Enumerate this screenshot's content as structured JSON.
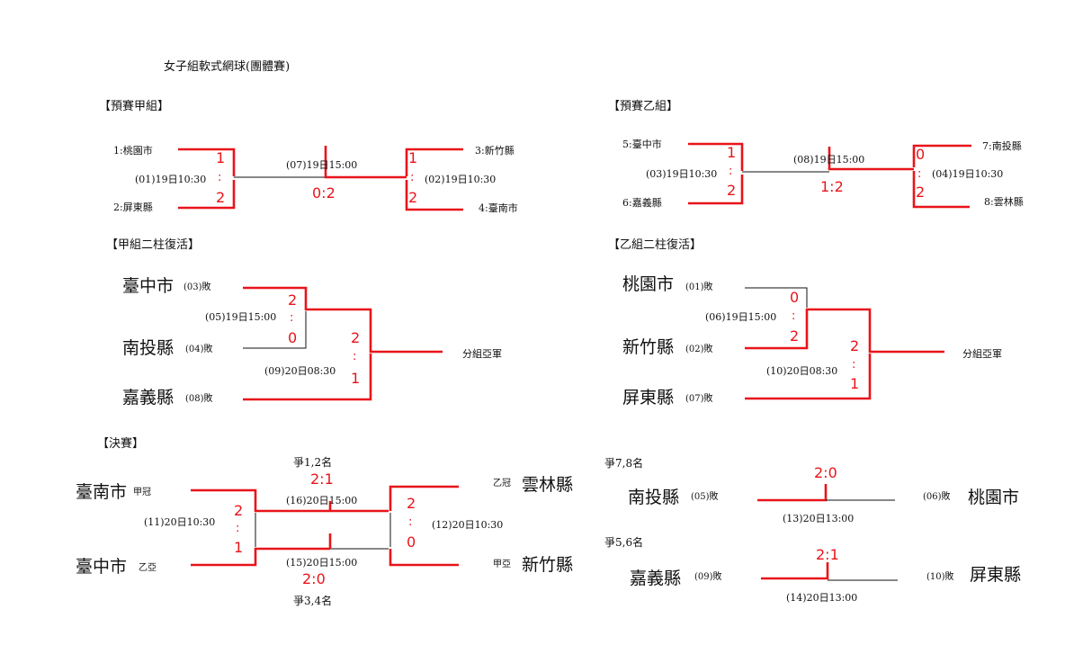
{
  "title": "女子組軟式網球(團體賽)",
  "group_a": {
    "heading": "【預賽甲組】",
    "m1": {
      "top": "1:桃園市",
      "bottom": "2:屏東縣",
      "code": "(01)19日10:30",
      "s1": "1",
      "colon": ":",
      "s2": "2"
    },
    "m2": {
      "top": "3:新竹縣",
      "bottom": "4:臺南市",
      "code": "(02)19日10:30",
      "s1": "1",
      "colon": ":",
      "s2": "2"
    },
    "final_code": "(07)19日15:00",
    "final_score": "0:2"
  },
  "group_b": {
    "heading": "【預賽乙組】",
    "m1": {
      "top": "5:臺中市",
      "bottom": "6:嘉義縣",
      "code": "(03)19日10:30",
      "s1": "1",
      "colon": ":",
      "s2": "2"
    },
    "m2": {
      "top": "7:南投縣",
      "bottom": "8:雲林縣",
      "code": "(04)19日10:30",
      "s1": "0",
      "colon": ":",
      "s2": "2"
    },
    "final_code": "(08)19日15:00",
    "final_score": "1:2"
  },
  "rep_a": {
    "heading": "【甲組二柱復活】",
    "t1": "臺中市",
    "t1_tag": "(03)敗",
    "t2": "南投縣",
    "t2_tag": "(04)敗",
    "t3": "嘉義縣",
    "t3_tag": "(08)敗",
    "m1_code": "(05)19日15:00",
    "m1_s1": "2",
    "m1_colon": ":",
    "m1_s2": "0",
    "m2_code": "(09)20日08:30",
    "m2_s1": "2",
    "m2_colon": ":",
    "m2_s2": "1",
    "result": "分組亞軍"
  },
  "rep_b": {
    "heading": "【乙組二柱復活】",
    "t1": "桃園市",
    "t1_tag": "(01)敗",
    "t2": "新竹縣",
    "t2_tag": "(02)敗",
    "t3": "屏東縣",
    "t3_tag": "(07)敗",
    "m1_code": "(06)19日15:00",
    "m1_s1": "0",
    "m1_colon": ":",
    "m1_s2": "2",
    "m2_code": "(10)20日08:30",
    "m2_s1": "2",
    "m2_colon": ":",
    "m2_s2": "1",
    "result": "分組亞軍"
  },
  "finals": {
    "heading": "【決賽】",
    "label_12": "爭1,2名",
    "label_34": "爭3,4名",
    "tl": "臺南市",
    "tl_tag": "甲冠",
    "bl": "臺中市",
    "bl_tag": "乙亞",
    "tr": "雲林縣",
    "tr_tag": "乙冠",
    "br": "新竹縣",
    "br_tag": "甲亞",
    "semi_l_code": "(11)20日10:30",
    "semi_l_s1": "2",
    "semi_l_colon": ":",
    "semi_l_s2": "1",
    "semi_r_code": "(12)20日10:30",
    "semi_r_s1": "2",
    "semi_r_colon": ":",
    "semi_r_s2": "0",
    "m16_code": "(16)20日15:00",
    "m16_score": "2:1",
    "m15_code": "(15)20日15:00",
    "m15_score": "2:0"
  },
  "place78": {
    "label": "爭7,8名",
    "left": "南投縣",
    "left_tag": "(05)敗",
    "right": "桃園市",
    "right_tag": "(06)敗",
    "code": "(13)20日13:00",
    "score": "2:0"
  },
  "place56": {
    "label": "爭5,6名",
    "left": "嘉義縣",
    "left_tag": "(09)敗",
    "right": "屏東縣",
    "right_tag": "(10)敗",
    "code": "(14)20日13:00",
    "score": "2:1"
  }
}
